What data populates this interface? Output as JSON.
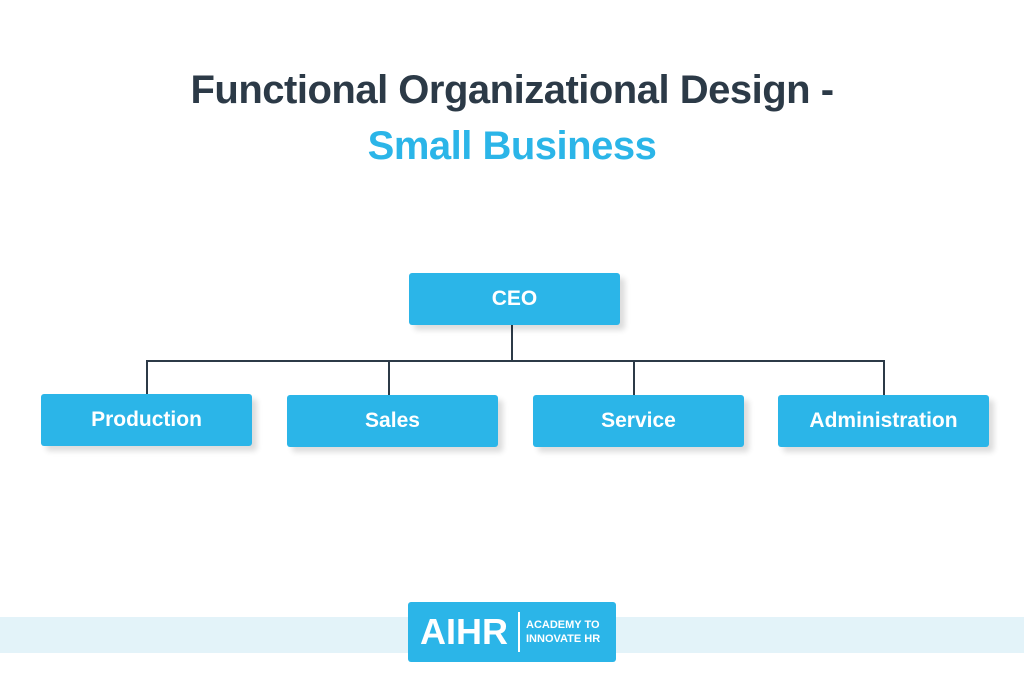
{
  "title": {
    "line1": "Functional Organizational Design -",
    "line2": "Small Business"
  },
  "colors": {
    "title_dark": "#2c3a47",
    "accent": "#2bb5e8",
    "connector": "#2c3a47",
    "footer_band": "#e3f3f9"
  },
  "chart": {
    "root": "CEO",
    "departments": [
      "Production",
      "Sales",
      "Service",
      "Administration"
    ]
  },
  "logo": {
    "mark": "AIHR",
    "line1": "ACADEMY TO",
    "line2": "INNOVATE HR"
  }
}
